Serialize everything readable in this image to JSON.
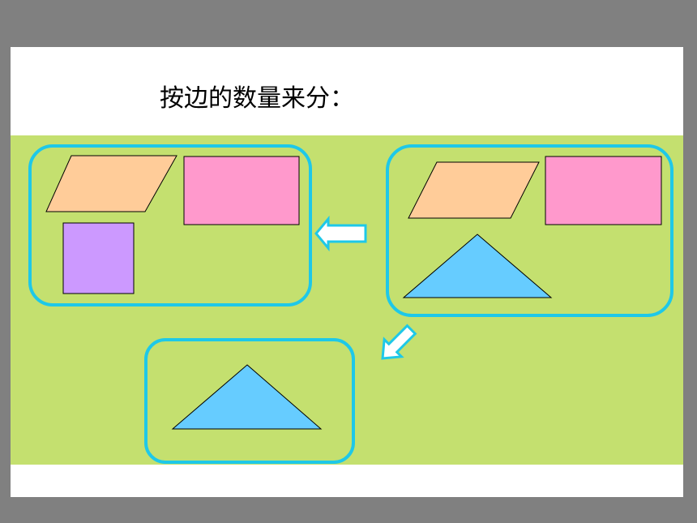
{
  "slide": {
    "title": "按边的数量来分：",
    "colors": {
      "page_background": "#808080",
      "slide_background": "#ffffff",
      "panel_green": "#c4e06f",
      "group_border": "#1ec8e8",
      "parallelogram_fill": "#ffcc99",
      "rectangle_fill": "#ff99cc",
      "square_fill": "#cc99ff",
      "triangle_fill": "#66ccff"
    },
    "groups": {
      "all_shapes": [
        "parallelogram",
        "rectangle",
        "triangle"
      ],
      "four_sided": [
        "parallelogram",
        "rectangle",
        "square"
      ],
      "three_sided": [
        "triangle"
      ]
    },
    "arrows": [
      "arrow-left-to-four-sided",
      "arrow-down-left-to-three-sided"
    ]
  }
}
